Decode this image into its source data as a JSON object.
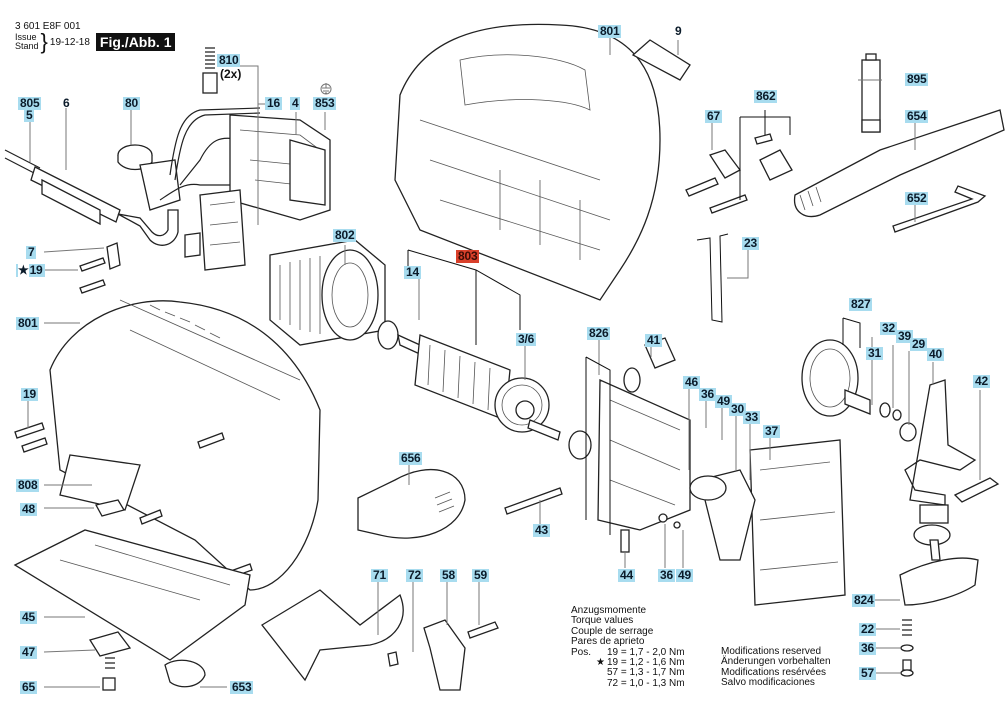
{
  "header": {
    "doc_number": "3 601 E8F 001",
    "issue_label": "Issue",
    "stand_label": "Stand",
    "issue_date": "19-12-18",
    "figure_label": "Fig./Abb. 1"
  },
  "colors": {
    "callout_bg": "#a8dcef",
    "callout_highlight_bg": "#d9402b",
    "figure_box_bg": "#111111"
  },
  "callouts": [
    {
      "id": "810",
      "sub": "(2x)"
    },
    {
      "id": "805"
    },
    {
      "id": "5"
    },
    {
      "id": "6"
    },
    {
      "id": "80"
    },
    {
      "id": "16"
    },
    {
      "id": "4"
    },
    {
      "id": "853",
      "icon": "ground-symbol"
    },
    {
      "id": "801",
      "note": "top housing"
    },
    {
      "id": "9"
    },
    {
      "id": "895"
    },
    {
      "id": "862"
    },
    {
      "id": "67"
    },
    {
      "id": "654"
    },
    {
      "id": "652"
    },
    {
      "id": "23"
    },
    {
      "id": "7"
    },
    {
      "id": "19",
      "starred": true
    },
    {
      "id": "802"
    },
    {
      "id": "803",
      "highlighted": true
    },
    {
      "id": "14"
    },
    {
      "id": "3/6"
    },
    {
      "id": "827"
    },
    {
      "id": "32"
    },
    {
      "id": "39"
    },
    {
      "id": "29"
    },
    {
      "id": "40"
    },
    {
      "id": "31"
    },
    {
      "id": "42"
    },
    {
      "id": "801",
      "note": "side housing"
    },
    {
      "id": "826"
    },
    {
      "id": "41"
    },
    {
      "id": "46"
    },
    {
      "id": "36"
    },
    {
      "id": "49"
    },
    {
      "id": "30"
    },
    {
      "id": "33"
    },
    {
      "id": "37"
    },
    {
      "id": "19"
    },
    {
      "id": "656"
    },
    {
      "id": "808"
    },
    {
      "id": "48"
    },
    {
      "id": "43"
    },
    {
      "id": "44"
    },
    {
      "id": "36"
    },
    {
      "id": "49"
    },
    {
      "id": "71"
    },
    {
      "id": "72"
    },
    {
      "id": "58"
    },
    {
      "id": "59"
    },
    {
      "id": "45"
    },
    {
      "id": "47"
    },
    {
      "id": "65"
    },
    {
      "id": "653"
    },
    {
      "id": "824"
    },
    {
      "id": "22"
    },
    {
      "id": "36"
    },
    {
      "id": "57"
    }
  ],
  "torque": {
    "titles": [
      "Anzugsmomente",
      "Torque values",
      "Couple de serrage",
      "Pares de aprieto"
    ],
    "pos_label": "Pos.",
    "rows": [
      {
        "key": "19",
        "starred": false,
        "value": "= 1,7 - 2,0 Nm"
      },
      {
        "key": "19",
        "starred": true,
        "value": "= 1,2 - 1,6 Nm"
      },
      {
        "key": "57",
        "starred": false,
        "value": "= 1,3 - 1,7 Nm"
      },
      {
        "key": "72",
        "starred": false,
        "value": "= 1,0 - 1,3 Nm"
      }
    ]
  },
  "modifications": [
    "Modifications reserved",
    "Änderungen vorbehalten",
    "Modifications resérvées",
    "Salvo modificaciones"
  ]
}
